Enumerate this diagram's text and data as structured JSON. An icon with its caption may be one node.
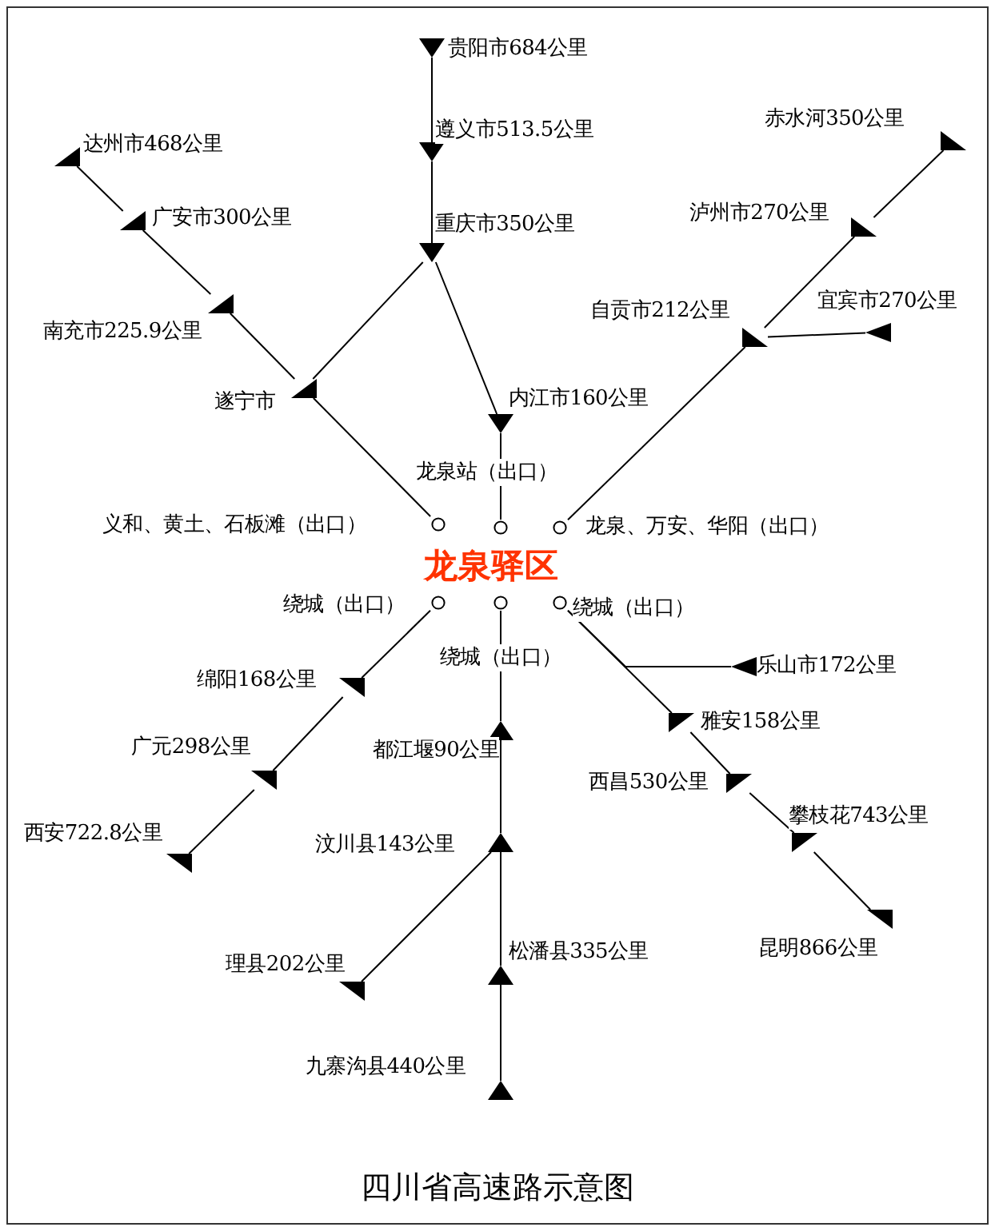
{
  "diagram": {
    "caption": "四川省高速路示意图",
    "nodes": [
      {
        "text": [],
        "shape": "triangle",
        "beside": [
          "贵阳市684公里"
        ]
      },
      {
        "text": [],
        "shape": "triangle",
        "beside": [
          "遵义市513.5公里"
        ]
      },
      {
        "text": [],
        "shape": "triangle",
        "beside": [
          "重庆市350公里"
        ]
      },
      {
        "text": [],
        "shape": "triangle",
        "beside": [
          "达州市468公里"
        ]
      },
      {
        "text": [],
        "shape": "triangle",
        "beside": [
          "广安市300公里"
        ]
      },
      {
        "text": [],
        "shape": "triangle",
        "beside": [
          "赤水河350公里"
        ]
      },
      {
        "text": [],
        "shape": "triangle",
        "beside": [
          "泸州市270公里"
        ]
      },
      {
        "text": [],
        "shape": "triangle",
        "beside": [
          "南充市225.9公里"
        ]
      },
      {
        "text": [],
        "shape": "triangle",
        "beside": [
          "宜宾市270公里"
        ]
      },
      {
        "text": [],
        "shape": "triangle",
        "beside": [
          "自贡市212公里"
        ]
      },
      {
        "text": [],
        "shape": "triangle",
        "beside": [
          "遂宁市"
        ]
      },
      {
        "text": [],
        "shape": "triangle",
        "beside": [
          "内江市160公里"
        ]
      },
      {
        "text": [],
        "shape": "circle",
        "beside": [
          "义和、黄土、石板滩（出口）"
        ]
      },
      {
        "text": [],
        "shape": "circle",
        "beside": [
          "龙泉站（出口）"
        ]
      },
      {
        "text": [],
        "shape": "circle",
        "beside": [
          "龙泉、万安、华阳（出口）"
        ]
      },
      {
        "text": [],
        "shape": "circle",
        "beside": [
          "绕城（出口）"
        ]
      },
      {
        "text": [],
        "shape": "circle",
        "beside": [
          "绕城（出口）"
        ]
      },
      {
        "text": [],
        "shape": "circle",
        "beside": [
          "绕城（出口）"
        ]
      },
      {
        "text": [],
        "shape": "triangle",
        "beside": [
          "乐山市172公里"
        ]
      },
      {
        "text": [],
        "shape": "triangle",
        "beside": [
          "绵阳168公里"
        ]
      },
      {
        "text": [],
        "shape": "triangle",
        "beside": [
          "雅安158公里"
        ]
      },
      {
        "text": [],
        "shape": "triangle",
        "beside": [
          "都江堰90公里"
        ]
      },
      {
        "text": [],
        "shape": "triangle",
        "beside": [
          "广元298公里"
        ]
      },
      {
        "text": [],
        "shape": "triangle",
        "beside": [
          "西昌530公里"
        ]
      },
      {
        "text": [],
        "shape": "triangle",
        "beside": [
          "汶川县143公里"
        ]
      },
      {
        "text": [],
        "shape": "triangle",
        "beside": [
          "攀枝花743公里"
        ]
      },
      {
        "text": [],
        "shape": "triangle",
        "beside": [
          "西安722.8公里"
        ]
      },
      {
        "text": [],
        "shape": "triangle",
        "beside": [
          "理县202公里"
        ]
      },
      {
        "text": [],
        "shape": "triangle",
        "beside": [
          "松潘县335公里"
        ]
      },
      {
        "text": [],
        "shape": "triangle",
        "beside": [
          "昆明866公里"
        ]
      },
      {
        "text": [],
        "shape": "triangle",
        "beside": [
          "九寨沟县440公里"
        ]
      }
    ],
    "edges": [
      {
        "from": 0,
        "to": 1,
        "arrow": "none"
      },
      {
        "from": 1,
        "to": 2,
        "arrow": "none"
      },
      {
        "from": 2,
        "to": 10,
        "arrow": "none"
      },
      {
        "from": 2,
        "to": 11,
        "arrow": "none"
      },
      {
        "from": 11,
        "to": 13,
        "arrow": "none"
      },
      {
        "from": 3,
        "to": 4,
        "arrow": "none"
      },
      {
        "from": 4,
        "to": 7,
        "arrow": "none"
      },
      {
        "from": 7,
        "to": 10,
        "arrow": "none"
      },
      {
        "from": 10,
        "to": 12,
        "arrow": "none"
      },
      {
        "from": 5,
        "to": 6,
        "arrow": "none"
      },
      {
        "from": 6,
        "to": 9,
        "arrow": "none"
      },
      {
        "from": 8,
        "to": 9,
        "arrow": "none"
      },
      {
        "from": 9,
        "to": 14,
        "arrow": "none"
      },
      {
        "from": 15,
        "to": 19,
        "arrow": "none"
      },
      {
        "from": 19,
        "to": 22,
        "arrow": "none"
      },
      {
        "from": 22,
        "to": 26,
        "arrow": "none"
      },
      {
        "from": 16,
        "to": 21,
        "arrow": "none"
      },
      {
        "from": 21,
        "to": 24,
        "arrow": "none"
      },
      {
        "from": 24,
        "to": 28,
        "arrow": "none"
      },
      {
        "from": 28,
        "to": 30,
        "arrow": "none"
      },
      {
        "from": 24,
        "to": 27,
        "arrow": "none"
      },
      {
        "from": 17,
        "to": 20,
        "arrow": "none"
      },
      {
        "from": 18,
        "to": 17,
        "arrow": "none"
      },
      {
        "from": 20,
        "to": 23,
        "arrow": "none"
      },
      {
        "from": 23,
        "to": 25,
        "arrow": "none"
      },
      {
        "from": 25,
        "to": 29,
        "arrow": "none"
      }
    ],
    "labels": [
      "龙泉驿区"
    ]
  }
}
